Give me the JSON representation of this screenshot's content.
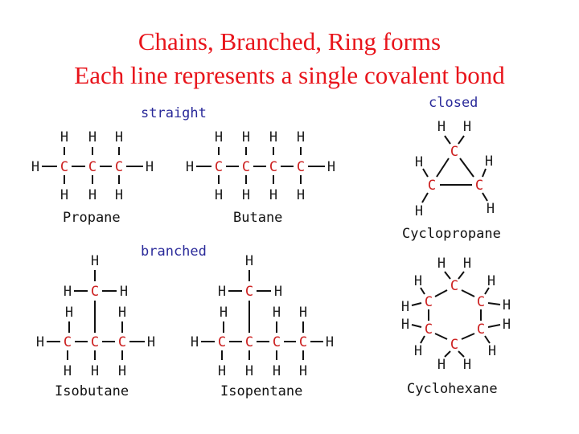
{
  "title": {
    "line1": "Chains, Branched, Ring forms",
    "line2": "Each line represents a single covalent bond"
  },
  "sections": {
    "straight": "straight",
    "branched": "branched",
    "closed": "closed"
  },
  "molecules": {
    "propane": "Propane",
    "butane": "Butane",
    "isobutane": "Isobutane",
    "isopentane": "Isopentane",
    "cyclopropane": "Cyclopropane",
    "cyclohexane": "Cyclohexane"
  },
  "atoms": {
    "carbon": "C",
    "hydrogen": "H"
  },
  "colors": {
    "title": "#e8141b",
    "carbon": "#cc2020",
    "section": "#2a2a9a",
    "bond": "#111111"
  }
}
